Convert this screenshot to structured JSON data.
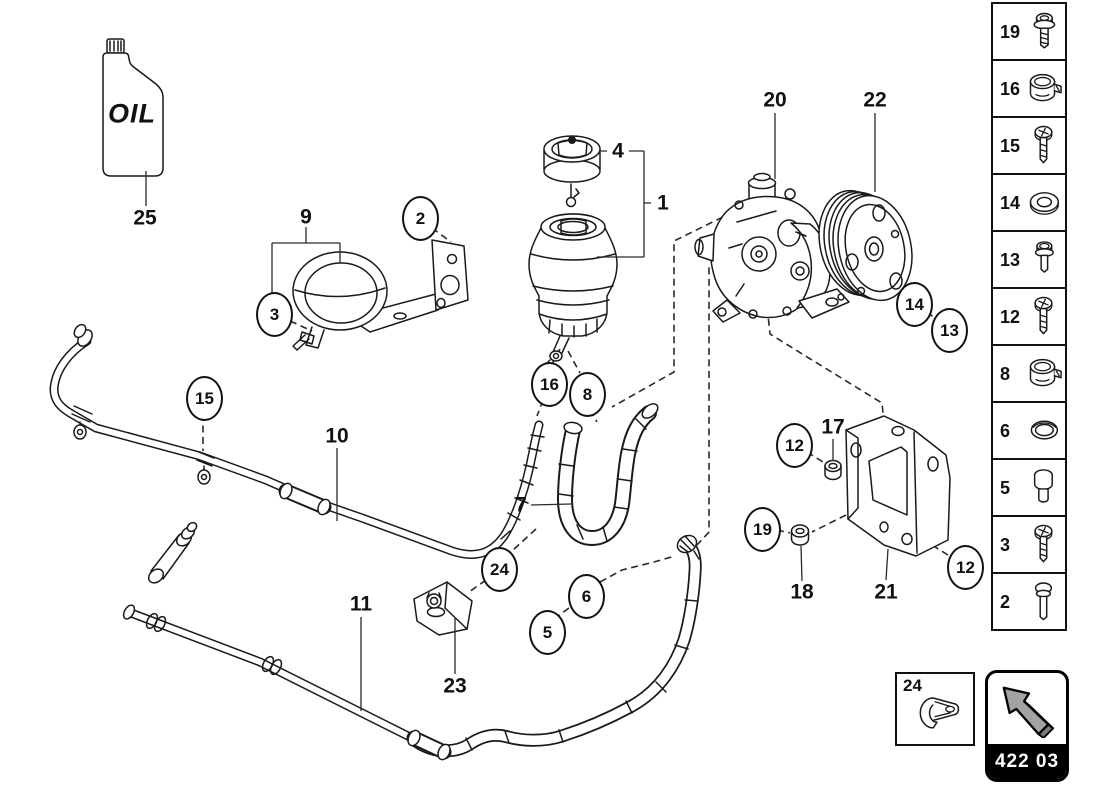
{
  "diagram": {
    "oil_label": "OIL"
  },
  "callouts": [
    {
      "n": "2"
    },
    {
      "n": "3"
    },
    {
      "n": "15"
    },
    {
      "n": "16"
    },
    {
      "n": "8"
    },
    {
      "n": "14"
    },
    {
      "n": "13"
    },
    {
      "n": "12"
    },
    {
      "n": "19"
    },
    {
      "n": "12"
    },
    {
      "n": "24"
    },
    {
      "n": "5"
    },
    {
      "n": "6"
    }
  ],
  "labels": [
    {
      "n": "25"
    },
    {
      "n": "9"
    },
    {
      "n": "4"
    },
    {
      "n": "1"
    },
    {
      "n": "20"
    },
    {
      "n": "22"
    },
    {
      "n": "10"
    },
    {
      "n": "7"
    },
    {
      "n": "17"
    },
    {
      "n": "18"
    },
    {
      "n": "21"
    },
    {
      "n": "11"
    },
    {
      "n": "23"
    }
  ],
  "sidebar": {
    "items": [
      {
        "n": "19",
        "icon": "flange-bolt-icon"
      },
      {
        "n": "16",
        "icon": "hose-clamp-icon"
      },
      {
        "n": "15",
        "icon": "screw-icon"
      },
      {
        "n": "14",
        "icon": "washer-icon"
      },
      {
        "n": "13",
        "icon": "flange-nut-icon"
      },
      {
        "n": "12",
        "icon": "screw-icon"
      },
      {
        "n": "8",
        "icon": "hose-clamp-icon"
      },
      {
        "n": "6",
        "icon": "o-ring-icon"
      },
      {
        "n": "5",
        "icon": "plug-bolt-icon"
      },
      {
        "n": "3",
        "icon": "screw-icon"
      },
      {
        "n": "2",
        "icon": "bolt-icon"
      }
    ]
  },
  "inset": {
    "n": "24",
    "icon": "pipe-clip-icon"
  },
  "code_box": {
    "code": "422 03",
    "icon": "arrow-up-left-icon"
  },
  "colors": {
    "line": "#1a1a1a",
    "arrow_fill": "#a3a3a3",
    "code_bar": "#000000",
    "background": "#ffffff"
  }
}
